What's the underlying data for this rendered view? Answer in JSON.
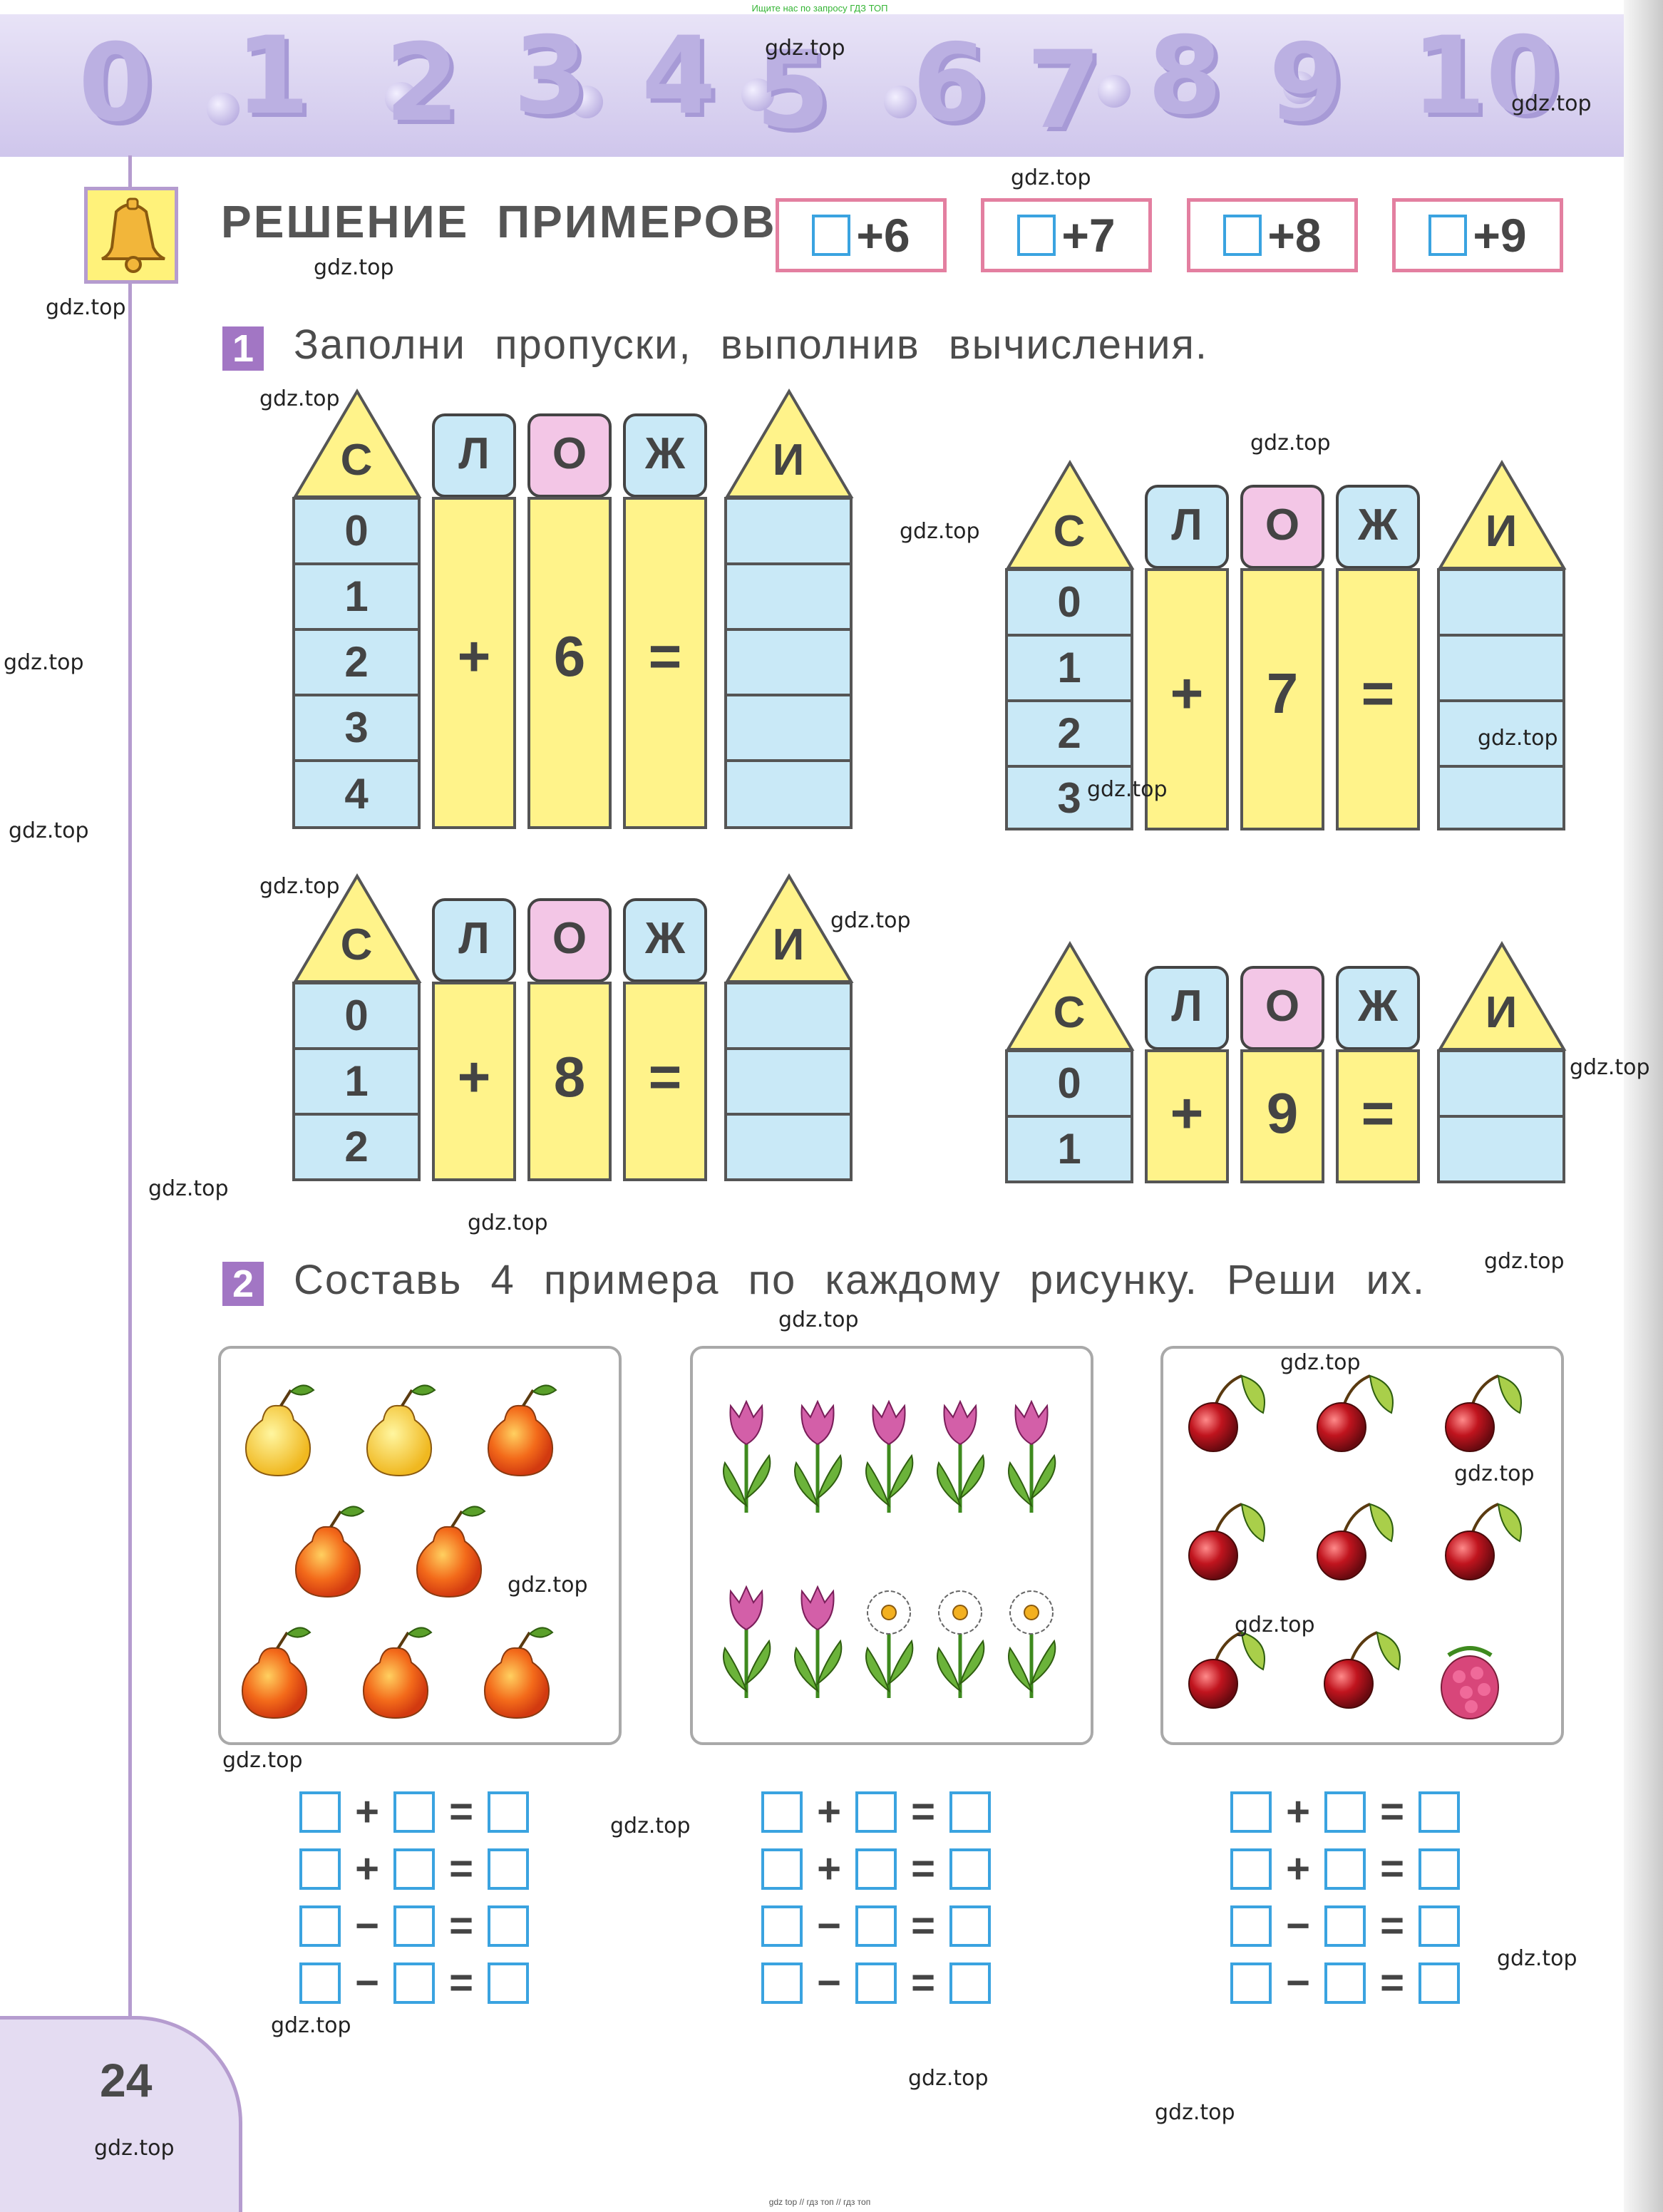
{
  "header": {
    "note": "Ищите нас по запросу ГДЗ ТОП",
    "banner_numbers": [
      "0",
      "1",
      "2",
      "3",
      "4",
      "5",
      "6",
      "7",
      "8",
      "9",
      "10"
    ],
    "bell_icon": "bell-icon"
  },
  "title": {
    "text": "РЕШЕНИЕ ПРИМЕРОВ",
    "patterns": [
      "+6",
      "+7",
      "+8",
      "+9"
    ]
  },
  "task1": {
    "number": "1",
    "text": "Заполни пропуски, выполнив вычисления.",
    "word": [
      "С",
      "Л",
      "О",
      "Ж",
      "И"
    ],
    "groups": [
      {
        "rows": [
          "0",
          "1",
          "2",
          "3",
          "4"
        ],
        "plus": "+",
        "addend": "6",
        "eq": "="
      },
      {
        "rows": [
          "0",
          "1",
          "2",
          "3"
        ],
        "plus": "+",
        "addend": "7",
        "eq": "="
      },
      {
        "rows": [
          "0",
          "1",
          "2"
        ],
        "plus": "+",
        "addend": "8",
        "eq": "="
      },
      {
        "rows": [
          "0",
          "1"
        ],
        "plus": "+",
        "addend": "9",
        "eq": "="
      }
    ]
  },
  "task2": {
    "number": "2",
    "text": "Составь 4 примера по каждому рисунку. Реши их.",
    "pictures": [
      {
        "name": "pears",
        "items": [
          "pear-icon"
        ]
      },
      {
        "name": "flowers",
        "items": [
          "tulip-icon",
          "daisy-icon"
        ]
      },
      {
        "name": "cherries",
        "items": [
          "cherry-icon",
          "raspberry-icon"
        ]
      }
    ],
    "ops": [
      "+",
      "+",
      "−",
      "−"
    ],
    "eq": "="
  },
  "watermark": "gdz.top",
  "page_number": "24",
  "footer_note": "gdz top // гдз топ // гдз топ"
}
